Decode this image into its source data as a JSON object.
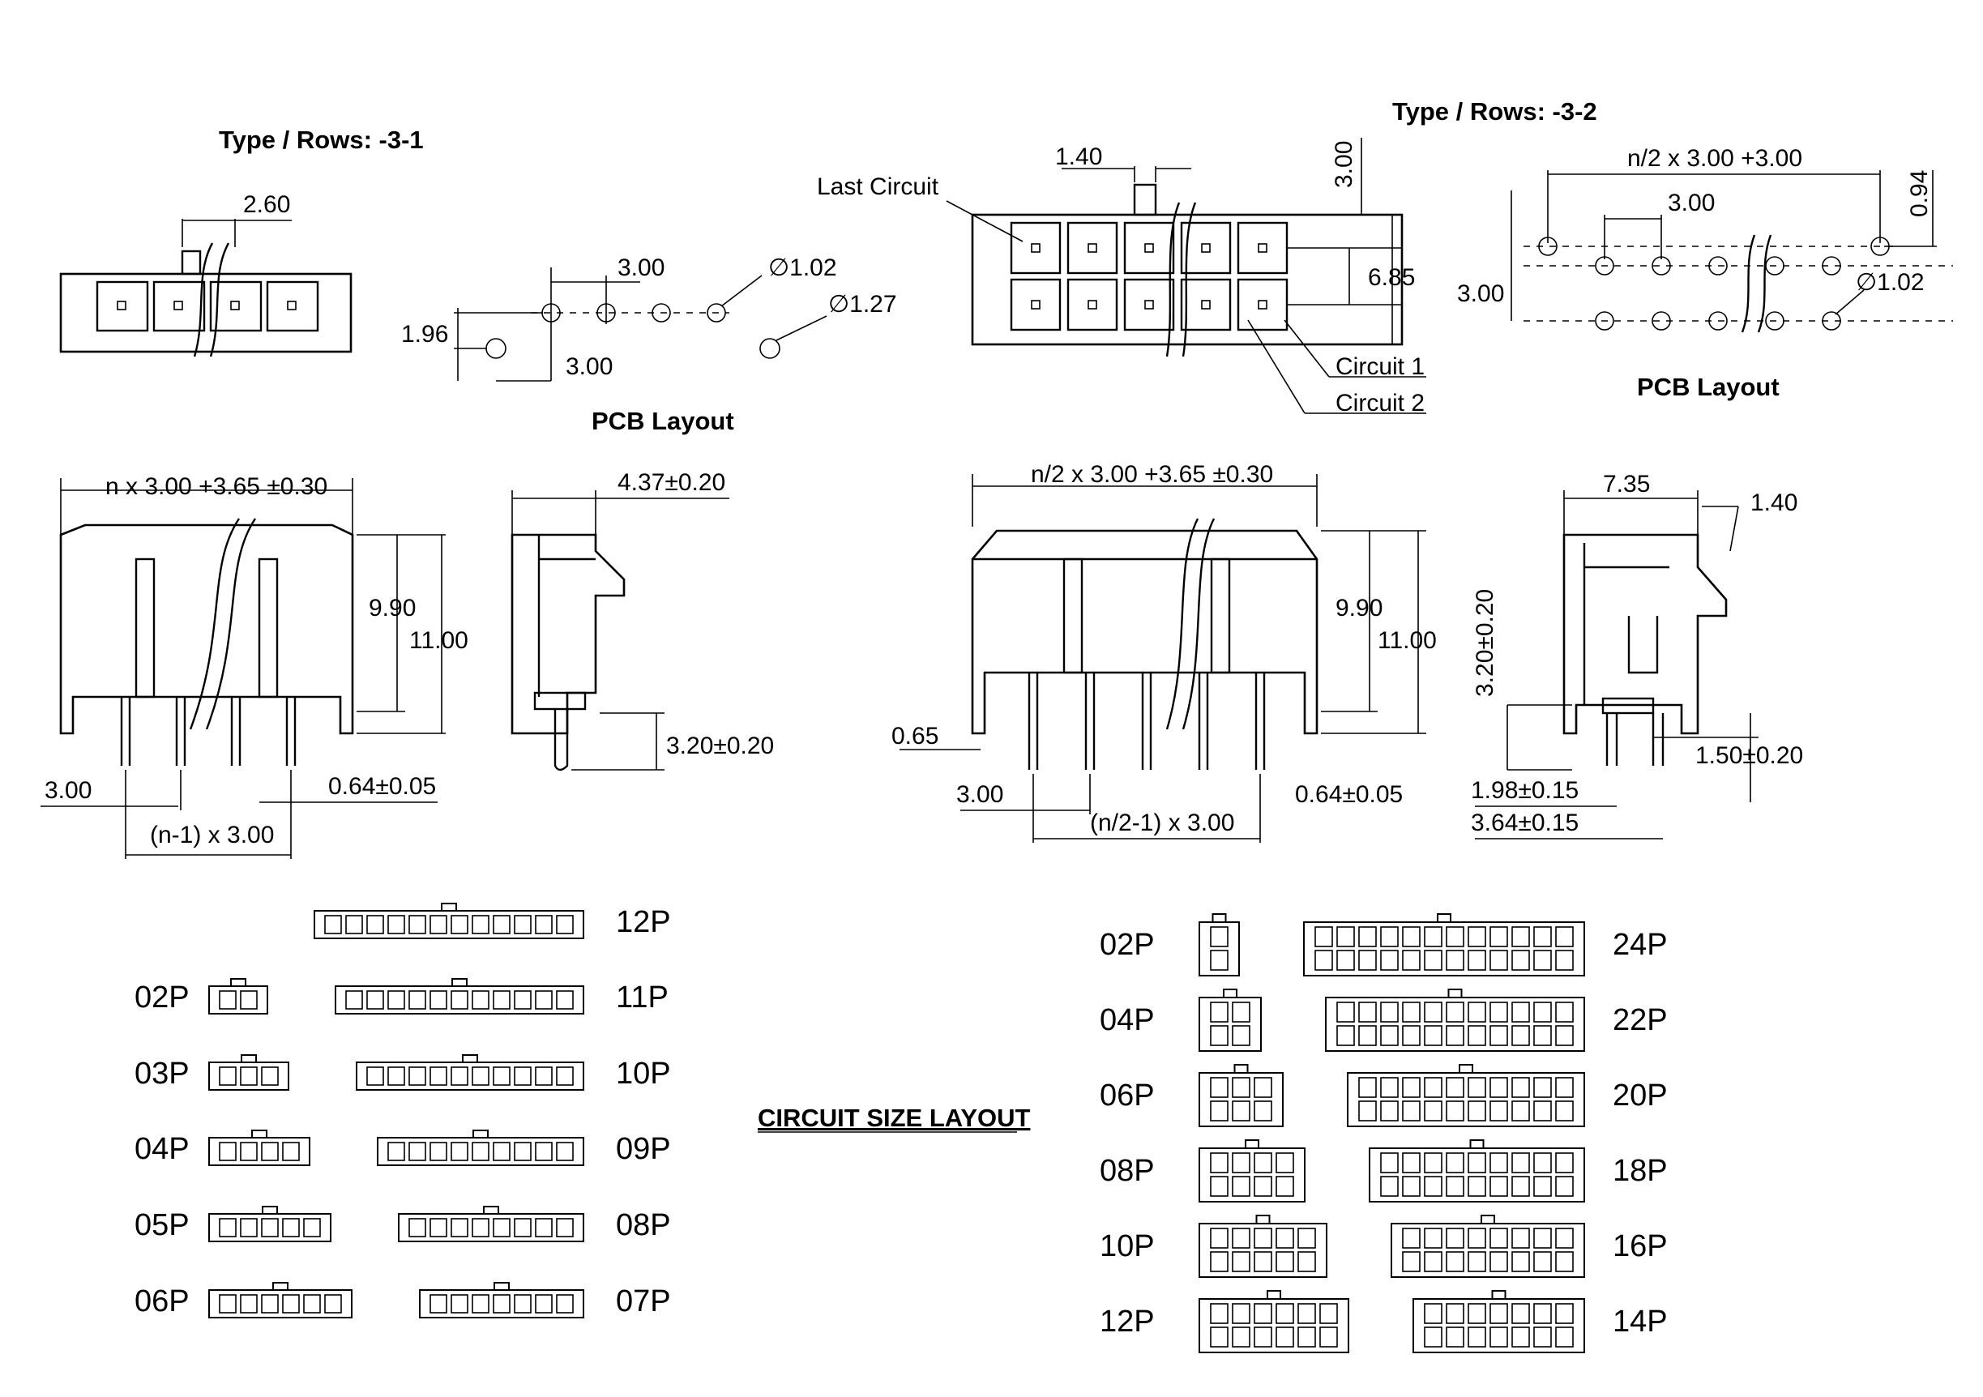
{
  "single_row": {
    "title": "Type / Rows: -3-1",
    "top_dim": "2.60",
    "pcb": {
      "title": "PCB Layout",
      "pitch_top": "3.00",
      "pitch_bottom": "3.00",
      "offset": "1.96",
      "hole_small": "∅1.02",
      "hole_large": "∅1.27"
    },
    "front": {
      "width": "n x 3.00 +3.65 ±0.30",
      "h1": "9.90",
      "h2": "11.00",
      "pitch": "3.00",
      "pin": "0.64±0.05",
      "span": "(n-1) x 3.00"
    },
    "side": {
      "depth": "4.37±0.20",
      "pin_len": "3.20±0.20"
    }
  },
  "dual_row": {
    "title": "Type / Rows: -3-2",
    "top": {
      "tab": "1.40",
      "height": "3.00",
      "row": "6.85",
      "last_circuit": "Last Circuit",
      "circuit1": "Circuit 1",
      "circuit2": "Circuit 2"
    },
    "pcb": {
      "title": "PCB Layout",
      "width": "n/2 x 3.00 +3.00",
      "pitch": "3.00",
      "row": "3.00",
      "edge": "0.94",
      "hole": "∅1.02"
    },
    "front": {
      "width": "n/2 x 3.00 +3.65 ±0.30",
      "h1": "9.90",
      "h2": "11.00",
      "left": "0.65",
      "pitch": "3.00",
      "pin": "0.64±0.05",
      "span": "(n/2-1) x 3.00"
    },
    "side": {
      "depth": "7.35",
      "tab": "1.40",
      "pin_len": "3.20±0.20",
      "tail": "1.50±0.20",
      "d1": "1.98±0.15",
      "d2": "3.64±0.15"
    }
  },
  "circuit_layout": {
    "title": "CIRCUIT SIZE LAYOUT",
    "single_left": [
      "02P",
      "03P",
      "04P",
      "05P",
      "06P"
    ],
    "single_right": [
      "12P",
      "11P",
      "10P",
      "09P",
      "08P",
      "07P"
    ],
    "dual_left": [
      "02P",
      "04P",
      "06P",
      "08P",
      "10P",
      "12P"
    ],
    "dual_right": [
      "24P",
      "22P",
      "20P",
      "18P",
      "16P",
      "14P"
    ]
  }
}
